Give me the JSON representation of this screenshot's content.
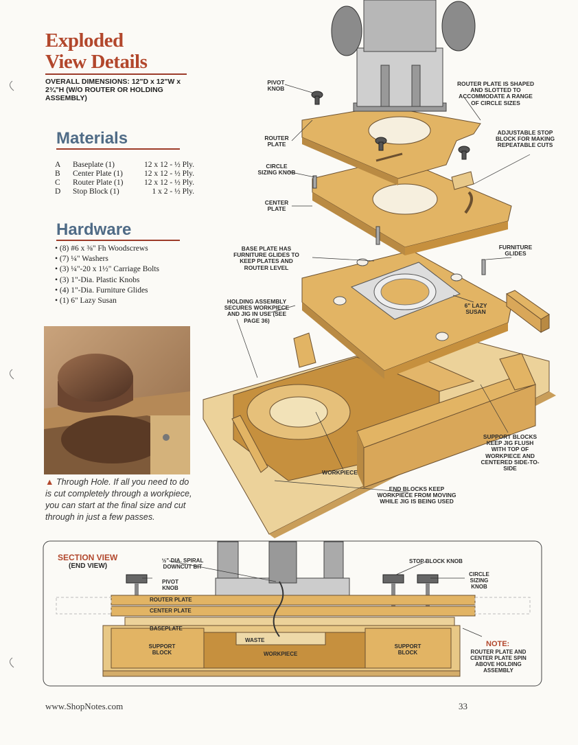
{
  "title": {
    "line1": "Exploded",
    "line2": "View Details"
  },
  "overall_dimensions": "OVERALL DIMENSIONS: 12\"D x 12\"W x 2¾\"H (W/O ROUTER OR HOLDING ASSEMBLY)",
  "materials": {
    "heading": "Materials",
    "items": [
      {
        "letter": "A",
        "name": "Baseplate (1)",
        "size": "12 x 12 - ½ Ply."
      },
      {
        "letter": "B",
        "name": "Center Plate (1)",
        "size": "12 x 12 - ½ Ply."
      },
      {
        "letter": "C",
        "name": "Router Plate (1)",
        "size": "12 x 12 - ½ Ply."
      },
      {
        "letter": "D",
        "name": "Stop Block (1)",
        "size": "1 x 2 - ½ Ply."
      }
    ]
  },
  "hardware": {
    "heading": "Hardware",
    "items": [
      "(8) #6 x ⅜\" Fh Woodscrews",
      "(7) ¼\" Washers",
      "(3) ¼\"-20 x 1½\" Carriage Bolts",
      "(3) 1\"-Dia. Plastic Knobs",
      "(4) 1\"-Dia. Furniture Glides",
      "(1) 6\" Lazy Susan"
    ]
  },
  "caption": {
    "lead": "Through Hole.",
    "text": " If all you need to do is cut completely through a workpiece, you can start at the final size and cut through in just a few passes."
  },
  "callouts": {
    "pivot_knob": "PIVOT KNOB",
    "router_plate_shaped": "ROUTER PLATE IS SHAPED AND SLOTTED TO ACCOMMODATE A RANGE OF CIRCLE SIZES",
    "router_plate": "ROUTER PLATE",
    "adjustable_stop": "ADJUSTABLE STOP BLOCK FOR MAKING REPEATABLE CUTS",
    "circle_sizing_knob": "CIRCLE SIZING KNOB",
    "center_plate": "CENTER PLATE",
    "base_plate_glides": "BASE PLATE HAS FURNITURE GLIDES TO KEEP PLATES AND ROUTER LEVEL",
    "furniture_glides": "FURNITURE GLIDES",
    "holding_assembly": "HOLDING ASSEMBLY SECURES WORKPIECE AND JIG IN USE (SEE PAGE 36)",
    "lazy_susan": "6\" LAZY SUSAN",
    "support_blocks": "SUPPORT BLOCKS KEEP JIG FLUSH WITH TOP OF WORKPIECE AND CENTERED SIDE-TO-SIDE",
    "workpiece": "WORKPIECE",
    "end_blocks": "END BLOCKS KEEP WORKPIECE FROM MOVING WHILE JIG IS BEING USED"
  },
  "section_view": {
    "title": "SECTION VIEW",
    "subtitle": "(END VIEW)",
    "bit": "½\"-DIA. SPIRAL DOWNCUT BIT",
    "stop_block_knob": "STOP BLOCK KNOB",
    "pivot_knob": "PIVOT KNOB",
    "circle_sizing_knob": "CIRCLE SIZING KNOB",
    "router_plate": "ROUTER PLATE",
    "center_plate": "CENTER PLATE",
    "baseplate": "BASEPLATE",
    "waste": "WASTE",
    "workpiece": "WORKPIECE",
    "support_block_left": "SUPPORT BLOCK",
    "support_block_right": "SUPPORT BLOCK",
    "note_heading": "NOTE:",
    "note_text": "ROUTER PLATE AND CENTER PLATE SPIN ABOVE HOLDING ASSEMBLY"
  },
  "footer": {
    "url": "www.ShopNotes.com",
    "page": "33"
  },
  "colors": {
    "title": "#b2472c",
    "heading": "#4f6b86",
    "rule": "#9c3a28",
    "wood": "#e2b464",
    "wood_dark": "#c6903e"
  }
}
